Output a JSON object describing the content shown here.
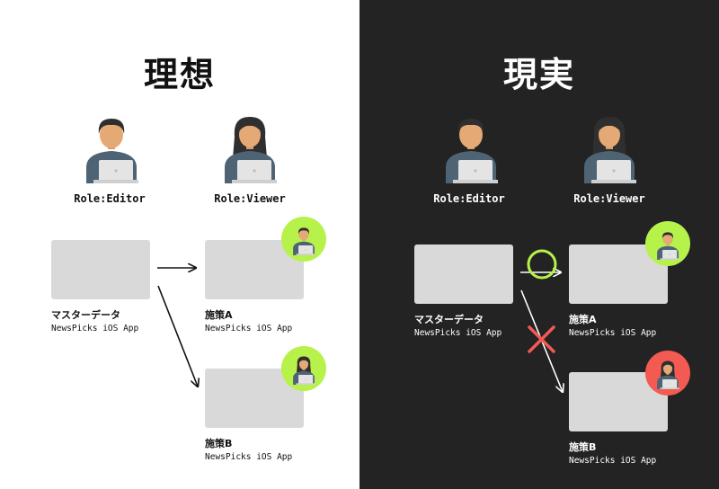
{
  "ideal": {
    "title": "理想",
    "editor_role": "Role:Editor",
    "viewer_role": "Role:Viewer",
    "master": {
      "title": "マスターデータ",
      "subtitle": "NewsPicks iOS App"
    },
    "measure_a": {
      "title": "施策A",
      "subtitle": "NewsPicks iOS App"
    },
    "measure_b": {
      "title": "施策B",
      "subtitle": "NewsPicks iOS App"
    }
  },
  "reality": {
    "title": "現実",
    "editor_role": "Role:Editor",
    "viewer_role": "Role:Viewer",
    "master": {
      "title": "マスターデータ",
      "subtitle": "NewsPicks iOS App"
    },
    "measure_a": {
      "title": "施策A",
      "subtitle": "NewsPicks iOS App"
    },
    "measure_b": {
      "title": "施策B",
      "subtitle": "NewsPicks iOS App"
    }
  },
  "colors": {
    "light_bg": "#ffffff",
    "dark_bg": "#232323",
    "card": "#d9d9d9",
    "badge_ok": "#b6f24a",
    "badge_ng": "#f25a52",
    "ok_mark": "#b6f24a",
    "ng_mark": "#f25a52"
  },
  "icons": {
    "editor": "male-user-with-laptop-icon",
    "viewer": "female-user-with-laptop-icon",
    "allowed": "circle-mark-icon",
    "denied": "cross-mark-icon"
  }
}
